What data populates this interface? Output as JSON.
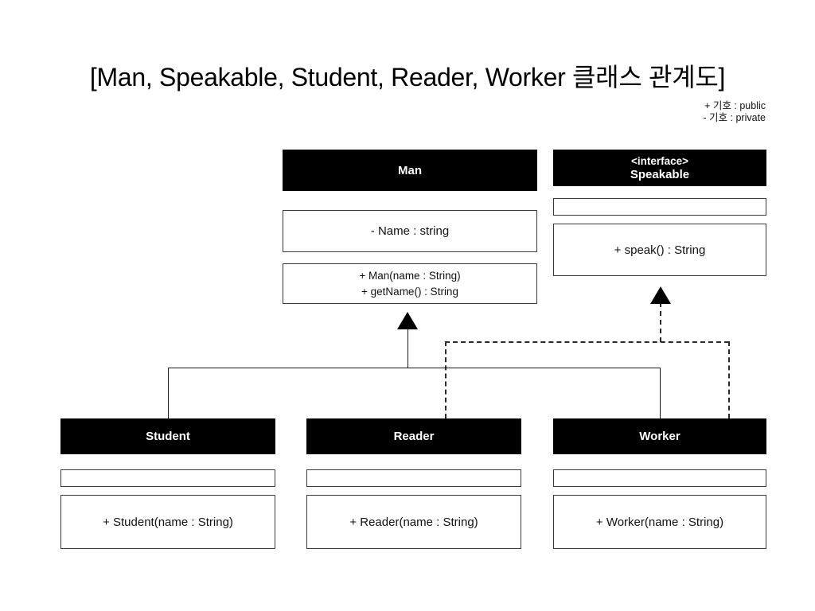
{
  "page": {
    "title": "[Man, Speakable, Student, Reader, Worker 클래스 관계도]",
    "legend": {
      "public": "+ 기호 : public",
      "private": "- 기호 : private"
    },
    "colors": {
      "header_bg": "#000000",
      "header_text": "#ffffff",
      "box_border": "#3a3a3a",
      "connector": "#1a1a1a",
      "background": "#ffffff"
    }
  },
  "classes": {
    "man": {
      "stereotype": "",
      "name": "Man",
      "attributes": [
        "- Name : string"
      ],
      "methods": [
        "+ Man(name : String)",
        "+ getName() : String"
      ]
    },
    "speakable": {
      "stereotype": "<interface>",
      "name": "Speakable",
      "attributes": [
        ""
      ],
      "methods": [
        "+ speak() : String"
      ]
    },
    "student": {
      "stereotype": "",
      "name": "Student",
      "attributes": [
        ""
      ],
      "methods": [
        "+ Student(name : String)"
      ]
    },
    "reader": {
      "stereotype": "",
      "name": "Reader",
      "attributes": [
        ""
      ],
      "methods": [
        "+ Reader(name : String)"
      ]
    },
    "worker": {
      "stereotype": "",
      "name": "Worker",
      "attributes": [
        ""
      ],
      "methods": [
        "+ Worker(name : String)"
      ]
    }
  },
  "relationships": [
    {
      "type": "generalization",
      "style": "solid",
      "from": [
        "Student",
        "Worker"
      ],
      "to": "Man"
    },
    {
      "type": "realization",
      "style": "dashed",
      "from": [
        "Reader",
        "Worker"
      ],
      "to": "Speakable"
    }
  ]
}
